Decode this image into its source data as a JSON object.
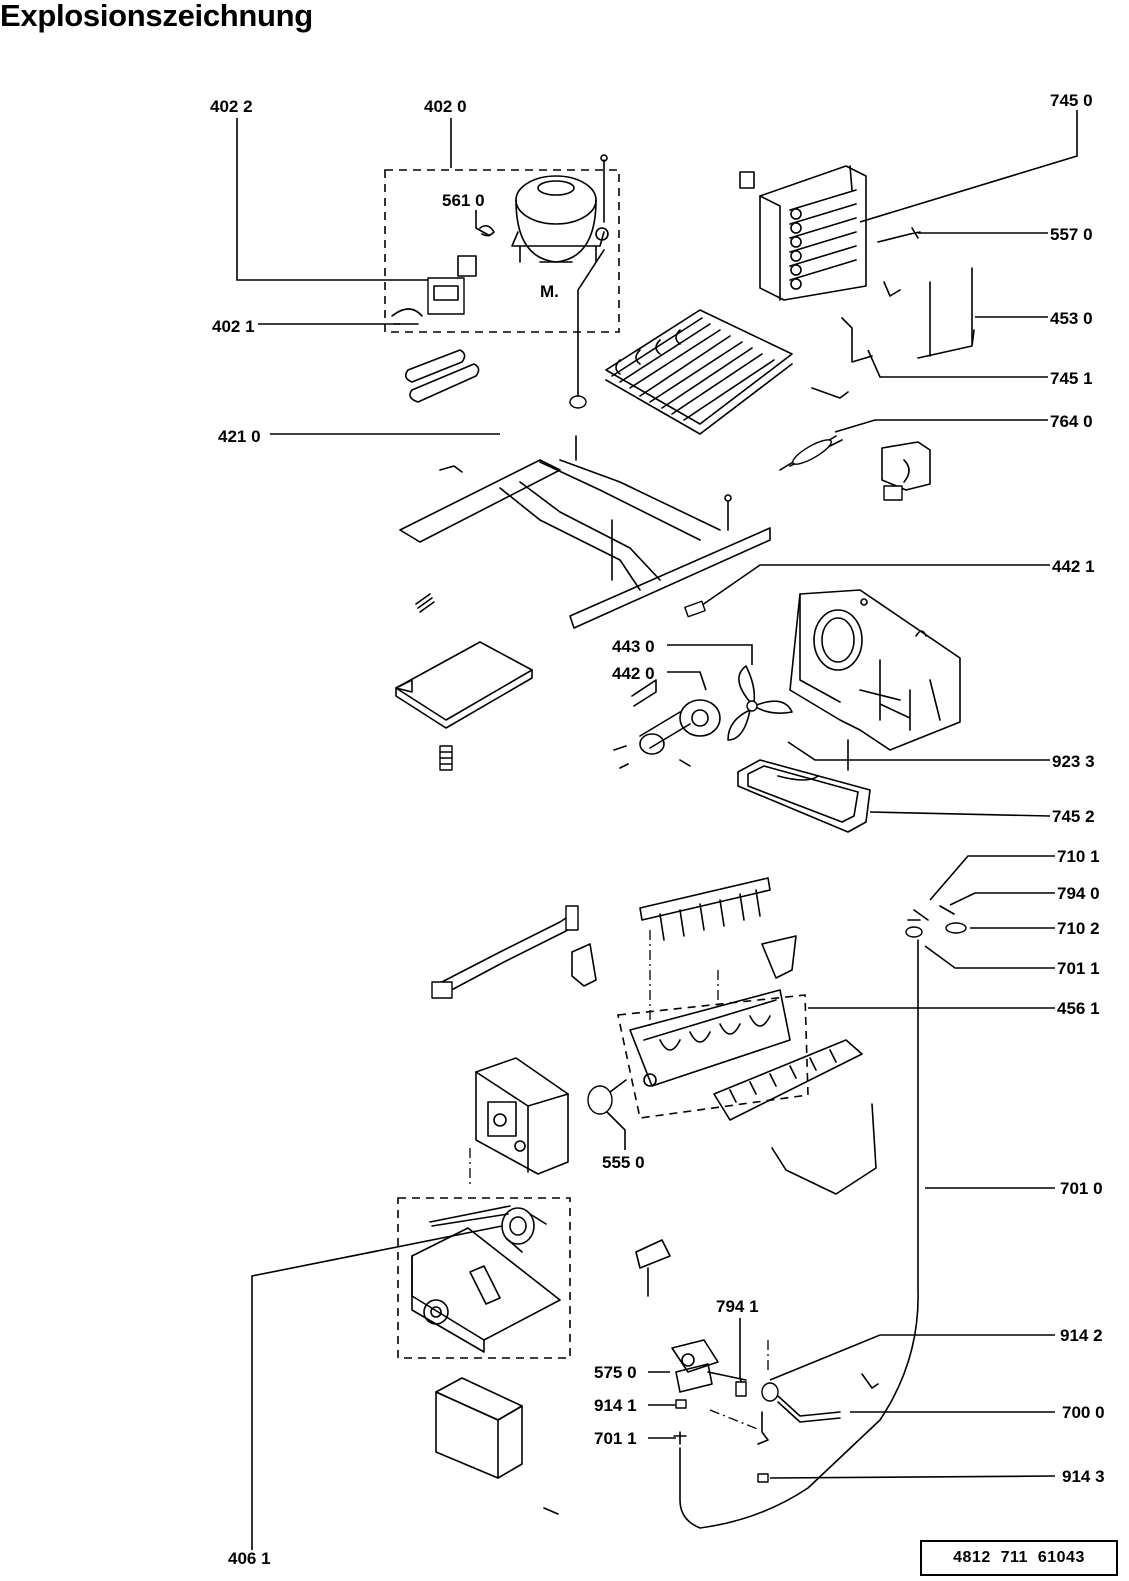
{
  "title": "Explosionszeichnung",
  "handwritten_mark": "M.",
  "document_number": "4812  711  61043",
  "callouts": {
    "c4022": "402 2",
    "c4020": "402 0",
    "c5610": "561 0",
    "c4021": "402 1",
    "c4210": "421 0",
    "c7450": "745 0",
    "c5570": "557 0",
    "c4530": "453 0",
    "c7451": "745 1",
    "c7640": "764 0",
    "c4421": "442 1",
    "c4430": "443 0",
    "c4420": "442 0",
    "c9233": "923 3",
    "c7452": "745 2",
    "c7101": "710 1",
    "c7940": "794 0",
    "c7102": "710 2",
    "c7011a": "701 1",
    "c4561": "456 1",
    "c5550": "555 0",
    "c7010": "701 0",
    "c7941": "794 1",
    "c9142": "914 2",
    "c5750": "575 0",
    "c9141": "914 1",
    "c7000": "700 0",
    "c7011b": "701 1",
    "c9143": "914 3",
    "c4061": "406 1"
  }
}
